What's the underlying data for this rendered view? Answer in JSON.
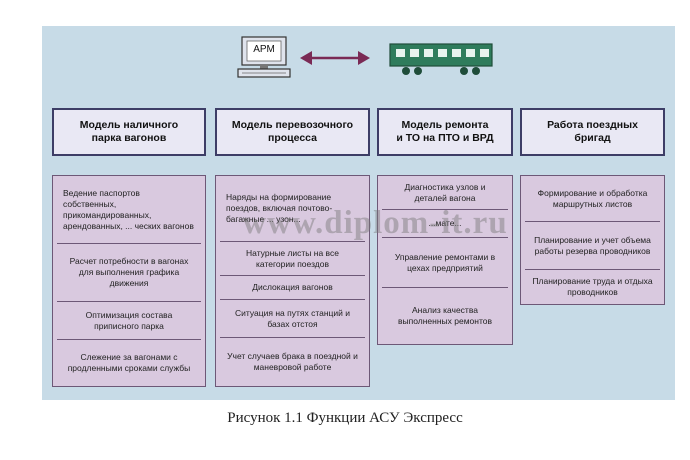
{
  "top": {
    "arm_label": "АРМ"
  },
  "columns": [
    {
      "header": "Модель наличного\nпарка вагонов",
      "cells": [
        "Ведение паспортов собственных, прикомандированных, арендованных, ... ческих вагонов",
        "Расчет потребности в вагонах для выполнения графика движения",
        "Оптимизация состава приписного парка",
        "Слежение за вагонами с продленными сроками службы"
      ]
    },
    {
      "header": "Модель перевозочного\nпроцесса",
      "cells": [
        "Наряды на формирование поездов, включая почтово-багажные ... узон...",
        "Натурные листы на все категории поездов",
        "Дислокация вагонов",
        "Ситуация на путях станций и базах отстоя",
        "Учет случаев брака в поездной и маневровой работе"
      ]
    },
    {
      "header": "Модель ремонта\nи ТО на ПТО и ВРД",
      "cells": [
        "Диагностика узлов и деталей вагона",
        "...мате...",
        "Управление ремонтами в цехах предприятий",
        "Анализ качества выполненных ремонтов"
      ]
    },
    {
      "header": "Работа поездных\nбригад",
      "cells": [
        "Формирование и обработка маршрутных листов",
        "Планирование и учет объема работы резерва проводников",
        "Планирование труда и отдыха проводников"
      ]
    }
  ],
  "watermark": "www.diplom-it.ru",
  "caption": "Рисунок 1.1 Функции АСУ Экспресс"
}
